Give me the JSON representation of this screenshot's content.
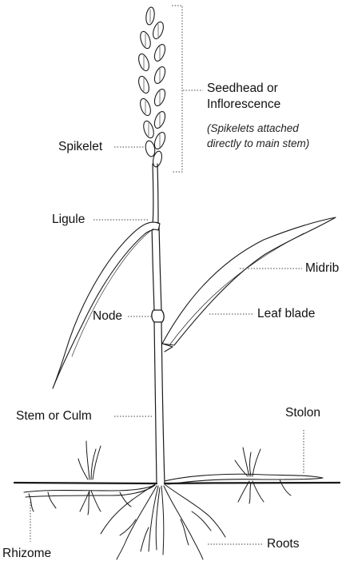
{
  "labels": {
    "seedhead_line1": "Seedhead or",
    "seedhead_line2": "Inflorescence",
    "seedhead_note_line1": "(Spikelets attached",
    "seedhead_note_line2": "directly to main stem)",
    "spikelet": "Spikelet",
    "ligule": "Ligule",
    "midrib": "Midrib",
    "node": "Node",
    "leaf_blade": "Leaf blade",
    "stem": "Stem or Culm",
    "stolon": "Stolon",
    "roots": "Roots",
    "rhizome": "Rhizome"
  },
  "colors": {
    "ink": "#1a1a1a",
    "leader": "#444444"
  }
}
